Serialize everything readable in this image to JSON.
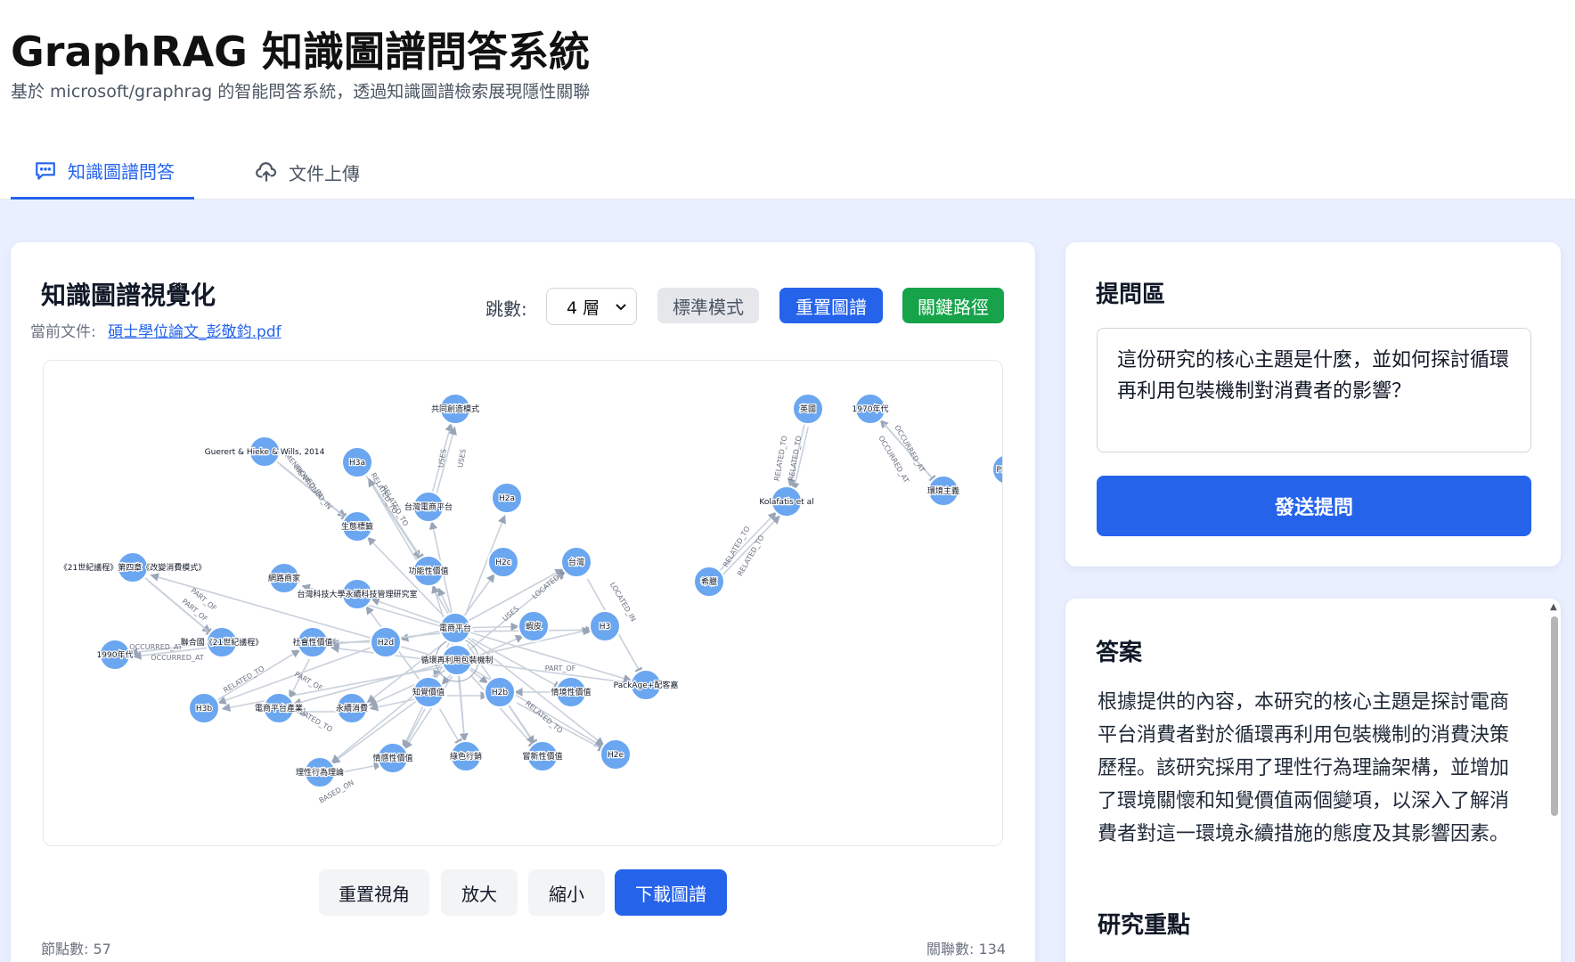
{
  "header": {
    "title": "GraphRAG 知識圖譜問答系統",
    "subtitle": "基於 microsoft/graphrag 的智能問答系統，透過知識圖譜檢索展現隱性關聯",
    "tabs": [
      {
        "label": "知識圖譜問答",
        "icon": "chat-bubble-icon",
        "active": true
      },
      {
        "label": "文件上傳",
        "icon": "cloud-upload-icon",
        "active": false
      }
    ]
  },
  "graph_panel": {
    "title": "知識圖譜視覺化",
    "current_file_label": "當前文件:",
    "current_file": "碩士學位論文_彭敬鈞.pdf",
    "hop_label": "跳數:",
    "hop_value": "4 層",
    "mode_button": "標準模式",
    "reset_graph_button": "重置圖譜",
    "key_path_button": "關鍵路徑",
    "controls": {
      "reset_view": "重置視角",
      "zoom_in": "放大",
      "zoom_out": "縮小",
      "download": "下載圖譜"
    },
    "node_count_label": "節點數: 57",
    "edge_count_label": "關聯數: 134",
    "colors": {
      "node": "#6ba6f0",
      "edge": "#c9d1dc",
      "accent": "#2563eb",
      "green": "#16a34a"
    },
    "nodes": [
      {
        "id": "n1",
        "label": "共同創造模式"
      },
      {
        "id": "n2",
        "label": "Guerert & Hieke & Wills, 2014"
      },
      {
        "id": "n3",
        "label": "H3a"
      },
      {
        "id": "n4",
        "label": "H2a"
      },
      {
        "id": "n5",
        "label": "台灣電商平台"
      },
      {
        "id": "n6",
        "label": "生態標籤"
      },
      {
        "id": "n7",
        "label": "H2c"
      },
      {
        "id": "n8",
        "label": "台灣"
      },
      {
        "id": "n9",
        "label": "《21世紀議程》第四章《改變消費模式》"
      },
      {
        "id": "n10",
        "label": "網路商家"
      },
      {
        "id": "n11",
        "label": "功能性價值"
      },
      {
        "id": "n12",
        "label": "台灣科技大學永續科技管理研究室"
      },
      {
        "id": "n13",
        "label": "蝦皮"
      },
      {
        "id": "n14",
        "label": "H3"
      },
      {
        "id": "n15",
        "label": "電商平台"
      },
      {
        "id": "n16",
        "label": "聯合國《21世紀議程》"
      },
      {
        "id": "n17",
        "label": "社會性價值"
      },
      {
        "id": "n18",
        "label": "H2d"
      },
      {
        "id": "n19",
        "label": "循環再利用包裝機制"
      },
      {
        "id": "n20",
        "label": "1990年代"
      },
      {
        "id": "n21",
        "label": "PackAge+配客嘉"
      },
      {
        "id": "n22",
        "label": "H3b"
      },
      {
        "id": "n23",
        "label": "電商平台產業"
      },
      {
        "id": "n24",
        "label": "永續消費"
      },
      {
        "id": "n25",
        "label": "知覺價值"
      },
      {
        "id": "n26",
        "label": "H2b"
      },
      {
        "id": "n27",
        "label": "情境性價值"
      },
      {
        "id": "n28",
        "label": "H2e"
      },
      {
        "id": "n29",
        "label": "理性行為理論"
      },
      {
        "id": "n30",
        "label": "情感性價值"
      },
      {
        "id": "n31",
        "label": "綠色行銷"
      },
      {
        "id": "n32",
        "label": "嘗新性價值"
      },
      {
        "id": "n33",
        "label": "英國"
      },
      {
        "id": "n34",
        "label": "1970年代"
      },
      {
        "id": "n35",
        "label": "Kolafatis et al"
      },
      {
        "id": "n36",
        "label": "環境主義"
      },
      {
        "id": "n37",
        "label": "希臘"
      },
      {
        "id": "n38",
        "label": "PROC"
      }
    ],
    "edge_labels": [
      "USES",
      "USES",
      "MENTIONED_IN",
      "MENTIONED_IN",
      "RELATED_TO",
      "RELATED_TO",
      "PART_OF",
      "PART_OF",
      "OCCURRED_AT",
      "OCCURRED_AT",
      "LOCATED_IN",
      "BASED_ON",
      "RELATED_TO",
      "RELATED_TO",
      "OCCURRED_AT",
      "OCCURRED_AT",
      "RELATED_TO",
      "RELATED_TO",
      "USES",
      "LOCATED_IN",
      "RELATED_TO",
      "PART_OF",
      "PART_OF",
      "RELATED_TO",
      "RELATED_TO"
    ]
  },
  "question_panel": {
    "title": "提問區",
    "question": "這份研究的核心主題是什麼，並如何探討循環再利用包裝機制對消費者的影響？",
    "send_button": "發送提問"
  },
  "answer_panel": {
    "title": "答案",
    "answer": "根據提供的內容，本研究的核心主題是探討電商平台消費者對於循環再利用包裝機制的消費決策歷程。該研究採用了理性行為理論架構，並增加了環境關懷和知覺價值兩個變項，以深入了解消費者對這一環境永續措施的態度及其影響因素。",
    "section_title": "研究重點"
  }
}
